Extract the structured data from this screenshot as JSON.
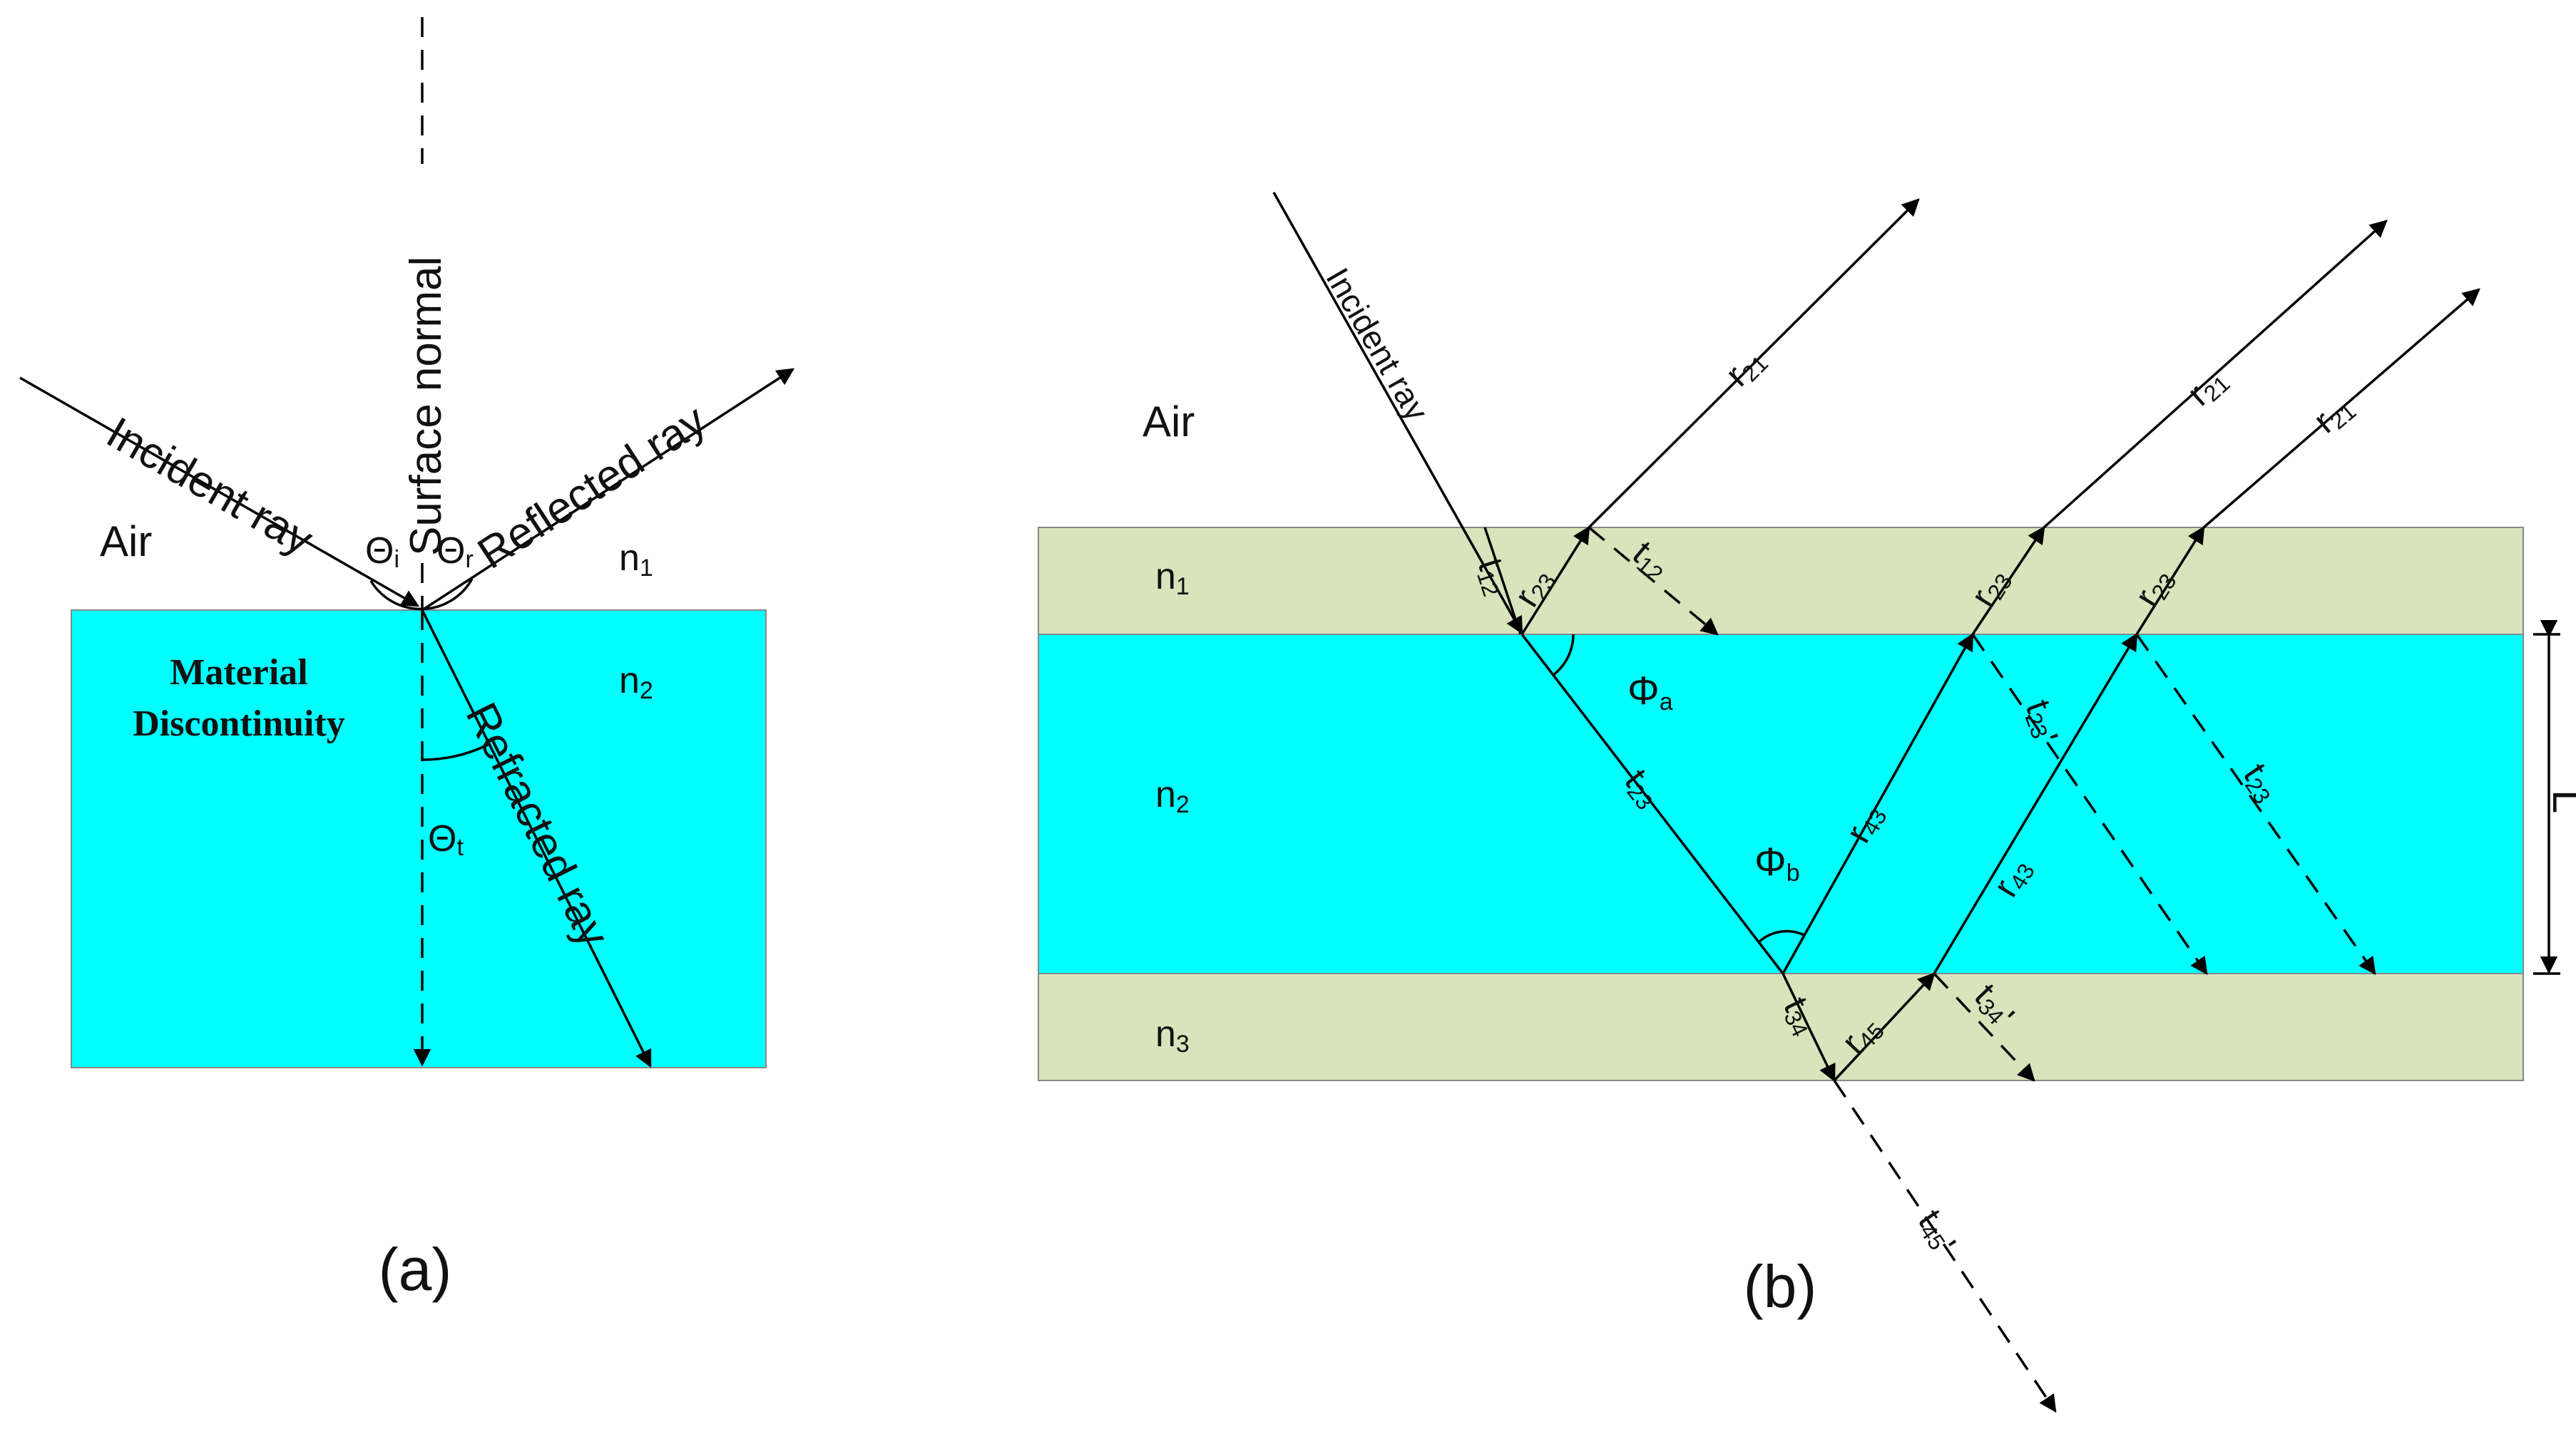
{
  "colors": {
    "material": "#00ffff",
    "layer": "#d8e4bc",
    "stroke": "#000000",
    "border": "#888888"
  },
  "panel_a": {
    "caption": "(a)",
    "air": "Air",
    "n1": "n",
    "n1_sub": "1",
    "n2": "n",
    "n2_sub": "2",
    "material_line1": "Material",
    "material_line2": "Discontinuity",
    "surface_normal": "Surface normal",
    "incident_ray": "Incident ray",
    "reflected_ray": "Reflected ray",
    "refracted_ray": "Refracted ray",
    "theta": "Θ",
    "theta_i_sub": "i",
    "theta_r_sub": "r",
    "theta_t_sub": "t"
  },
  "panel_b": {
    "caption": "(b)",
    "air": "Air",
    "n": "n",
    "n1_sub": "1",
    "n2_sub": "2",
    "n3_sub": "3",
    "incident_ray": "Incident ray",
    "thickness": "L",
    "phi": "Φ",
    "phi_a_sub": "a",
    "phi_b_sub": "b",
    "r": "r",
    "t": "t",
    "s12": "12",
    "s21": "21",
    "s23": "23",
    "s34": "34",
    "s43": "43",
    "s45": "45",
    "prime": "'"
  }
}
